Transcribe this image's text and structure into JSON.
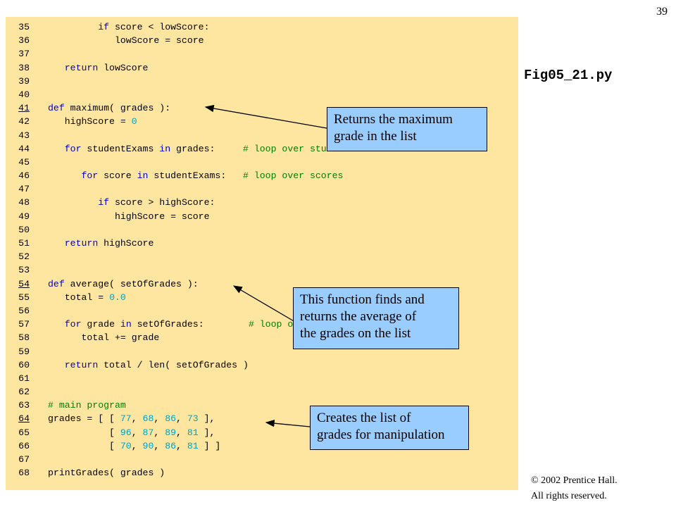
{
  "page_number": "39",
  "figure_title": "Fig05_21.py",
  "code_lines": [
    {
      "n": "35",
      "ul": false,
      "t": [
        {
          "s": "         "
        },
        {
          "s": "if",
          "c": "kw"
        },
        {
          "s": " score < lowScore:"
        }
      ]
    },
    {
      "n": "36",
      "ul": false,
      "t": [
        {
          "s": "            lowScore = score"
        }
      ]
    },
    {
      "n": "37",
      "ul": false,
      "t": []
    },
    {
      "n": "38",
      "ul": false,
      "t": [
        {
          "s": "   "
        },
        {
          "s": "return",
          "c": "kw"
        },
        {
          "s": " lowScore"
        }
      ]
    },
    {
      "n": "39",
      "ul": false,
      "t": []
    },
    {
      "n": "40",
      "ul": false,
      "t": []
    },
    {
      "n": "41",
      "ul": true,
      "t": [
        {
          "s": "def",
          "c": "kw"
        },
        {
          "s": " maximum( grades ):"
        }
      ]
    },
    {
      "n": "42",
      "ul": false,
      "t": [
        {
          "s": "   highScore = "
        },
        {
          "s": "0",
          "c": "num"
        }
      ]
    },
    {
      "n": "43",
      "ul": false,
      "t": []
    },
    {
      "n": "44",
      "ul": false,
      "t": [
        {
          "s": "   "
        },
        {
          "s": "for",
          "c": "kw"
        },
        {
          "s": " studentExams "
        },
        {
          "s": "in",
          "c": "kw"
        },
        {
          "s": " grades:     "
        },
        {
          "s": "# loop over students",
          "c": "cm"
        }
      ]
    },
    {
      "n": "45",
      "ul": false,
      "t": []
    },
    {
      "n": "46",
      "ul": false,
      "t": [
        {
          "s": "      "
        },
        {
          "s": "for",
          "c": "kw"
        },
        {
          "s": " score "
        },
        {
          "s": "in",
          "c": "kw"
        },
        {
          "s": " studentExams:   "
        },
        {
          "s": "# loop over scores",
          "c": "cm"
        }
      ]
    },
    {
      "n": "47",
      "ul": false,
      "t": []
    },
    {
      "n": "48",
      "ul": false,
      "t": [
        {
          "s": "         "
        },
        {
          "s": "if",
          "c": "kw"
        },
        {
          "s": " score > highScore:"
        }
      ]
    },
    {
      "n": "49",
      "ul": false,
      "t": [
        {
          "s": "            highScore = score"
        }
      ]
    },
    {
      "n": "50",
      "ul": false,
      "t": []
    },
    {
      "n": "51",
      "ul": false,
      "t": [
        {
          "s": "   "
        },
        {
          "s": "return",
          "c": "kw"
        },
        {
          "s": " highScore"
        }
      ]
    },
    {
      "n": "52",
      "ul": false,
      "t": []
    },
    {
      "n": "53",
      "ul": false,
      "t": []
    },
    {
      "n": "54",
      "ul": true,
      "t": [
        {
          "s": "def",
          "c": "kw"
        },
        {
          "s": " average( setOfGrades ):"
        }
      ]
    },
    {
      "n": "55",
      "ul": false,
      "t": [
        {
          "s": "   total = "
        },
        {
          "s": "0.0",
          "c": "num"
        }
      ]
    },
    {
      "n": "56",
      "ul": false,
      "t": []
    },
    {
      "n": "57",
      "ul": false,
      "t": [
        {
          "s": "   "
        },
        {
          "s": "for",
          "c": "kw"
        },
        {
          "s": " grade "
        },
        {
          "s": "in",
          "c": "kw"
        },
        {
          "s": " setOfGrades:        "
        },
        {
          "s": "# loop over all scores",
          "c": "cm"
        }
      ]
    },
    {
      "n": "58",
      "ul": false,
      "t": [
        {
          "s": "      total += grade"
        }
      ]
    },
    {
      "n": "59",
      "ul": false,
      "t": []
    },
    {
      "n": "60",
      "ul": false,
      "t": [
        {
          "s": "   "
        },
        {
          "s": "return",
          "c": "kw"
        },
        {
          "s": " total / len( setOfGrades )"
        }
      ]
    },
    {
      "n": "61",
      "ul": false,
      "t": []
    },
    {
      "n": "62",
      "ul": false,
      "t": []
    },
    {
      "n": "63",
      "ul": false,
      "t": [
        {
          "s": "# main program",
          "c": "cm"
        }
      ]
    },
    {
      "n": "64",
      "ul": true,
      "t": [
        {
          "s": "grades = [ [ "
        },
        {
          "s": "77",
          "c": "num"
        },
        {
          "s": ", "
        },
        {
          "s": "68",
          "c": "num"
        },
        {
          "s": ", "
        },
        {
          "s": "86",
          "c": "num"
        },
        {
          "s": ", "
        },
        {
          "s": "73",
          "c": "num"
        },
        {
          "s": " ],"
        }
      ]
    },
    {
      "n": "65",
      "ul": false,
      "t": [
        {
          "s": "           [ "
        },
        {
          "s": "96",
          "c": "num"
        },
        {
          "s": ", "
        },
        {
          "s": "87",
          "c": "num"
        },
        {
          "s": ", "
        },
        {
          "s": "89",
          "c": "num"
        },
        {
          "s": ", "
        },
        {
          "s": "81",
          "c": "num"
        },
        {
          "s": " ],"
        }
      ]
    },
    {
      "n": "66",
      "ul": false,
      "t": [
        {
          "s": "           [ "
        },
        {
          "s": "70",
          "c": "num"
        },
        {
          "s": ", "
        },
        {
          "s": "90",
          "c": "num"
        },
        {
          "s": ", "
        },
        {
          "s": "86",
          "c": "num"
        },
        {
          "s": ", "
        },
        {
          "s": "81",
          "c": "num"
        },
        {
          "s": " ] ]"
        }
      ]
    },
    {
      "n": "67",
      "ul": false,
      "t": []
    },
    {
      "n": "68",
      "ul": false,
      "t": [
        {
          "s": "printGrades( grades )"
        }
      ]
    }
  ],
  "callouts": {
    "max": {
      "lines": [
        "Returns the maximum",
        "grade in the list"
      ]
    },
    "avg": {
      "lines": [
        "This function finds and",
        "returns the average of",
        "the grades on the list"
      ]
    },
    "grades": {
      "lines": [
        "Creates the list of",
        "grades for manipulation"
      ]
    }
  },
  "copyright": {
    "line1": "© 2002 Prentice Hall.",
    "line2": "All rights reserved."
  },
  "colors": {
    "code_bg": "#ffe6a0",
    "keyword": "#0000cc",
    "number": "#00a0c0",
    "comment": "#008000",
    "callout_bg": "#99ccff"
  }
}
